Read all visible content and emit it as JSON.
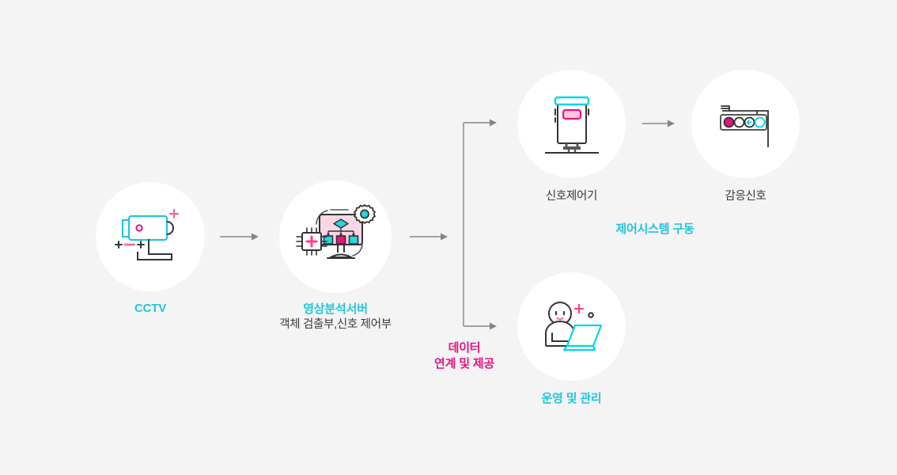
{
  "diagram": {
    "type": "flow-diagram",
    "background_color": "#f4f4f4",
    "colors": {
      "cyan": "#21c6dc",
      "magenta": "#e8117f",
      "pink_fill": "#f7cfe0",
      "dark": "#333333",
      "arrow_gray": "#858585",
      "circle_fill": "#ffffff",
      "text_dark": "#3a3a3a"
    },
    "nodes": [
      {
        "id": "cctv",
        "icon": "cctv-camera-icon",
        "title": "CCTV",
        "title_color": "#21c6dc",
        "subtitle": ""
      },
      {
        "id": "video-analysis-server",
        "icon": "monitor-flowchart-cpu-icon",
        "title": "영상분석서버",
        "title_color": "#21c6dc",
        "subtitle": "객체 검출부,신호 제어부"
      },
      {
        "id": "signal-controller",
        "icon": "signal-controller-cabinet-icon",
        "title": "신호제어기",
        "title_color": "#3a3a3a",
        "subtitle": ""
      },
      {
        "id": "responsive-signal",
        "icon": "traffic-light-icon",
        "title": "감응신호",
        "title_color": "#3a3a3a",
        "subtitle": ""
      },
      {
        "id": "operation-management",
        "icon": "person-laptop-icon",
        "title": "운영 및 관리",
        "title_color": "#21c6dc",
        "subtitle": ""
      }
    ],
    "annotations": [
      {
        "id": "data-linkage",
        "lines": [
          "데이터",
          "연계 및 제공"
        ],
        "color": "#e8117f"
      },
      {
        "id": "control-system-operation",
        "lines": [
          "제어시스템 구동"
        ],
        "color": "#21c6dc"
      }
    ],
    "connectors": [
      {
        "id": "cctv-to-server",
        "kind": "straight-arrow"
      },
      {
        "id": "server-to-branch",
        "kind": "straight-arrow"
      },
      {
        "id": "branch-to-controller",
        "kind": "elbow-arrow-up"
      },
      {
        "id": "branch-to-operation",
        "kind": "elbow-arrow-down"
      },
      {
        "id": "controller-to-signal",
        "kind": "straight-arrow"
      }
    ]
  }
}
